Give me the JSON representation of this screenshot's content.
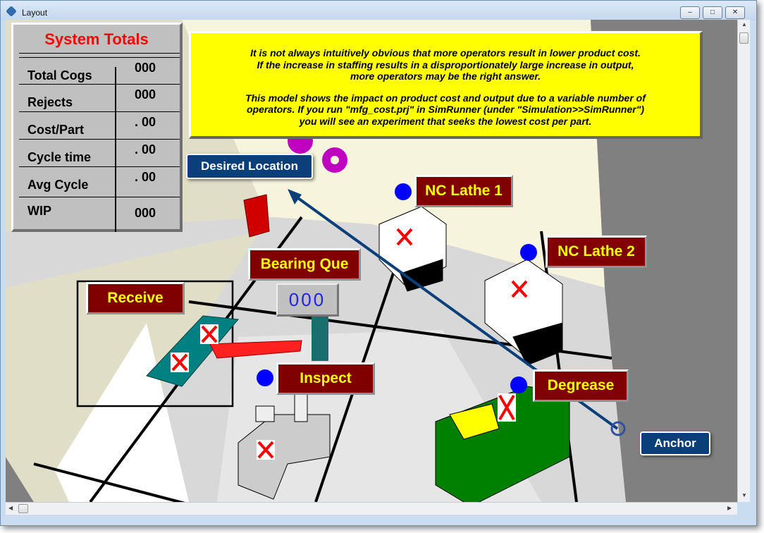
{
  "window": {
    "title": "Layout"
  },
  "system_totals": {
    "title": "System Totals",
    "rows": [
      {
        "label": "Total Cogs",
        "value": "000"
      },
      {
        "label": "Rejects",
        "value": "000"
      },
      {
        "label": "Cost/Part",
        "value": ". 00"
      },
      {
        "label": "Cycle time",
        "value": ". 00"
      },
      {
        "label": "Avg Cycle",
        "value": ". 00"
      },
      {
        "label": "WIP",
        "value": "000"
      }
    ]
  },
  "note": {
    "lines": [
      "It is not always intuitively obvious that more operators result in lower product cost.",
      "If the increase in staffing results in a disproportionately large increase in output,",
      "more operators may be the right answer.",
      "This model shows the impact on product cost and output due to a variable number of",
      "operators.  If you run \"mfg_cost.prj\" in SimRunner (under \"Simulation>>SimRunner\")",
      "you will see an experiment that seeks the lowest cost per part."
    ]
  },
  "locations": {
    "receive": "Receive",
    "bearing_que": "Bearing Que",
    "bearing_que_count": "000",
    "nc_lathe_1": "NC Lathe 1",
    "nc_lathe_2": "NC Lathe 2",
    "inspect": "Inspect",
    "degrease": "Degrease"
  },
  "callouts": {
    "desired_location": "Desired Location",
    "anchor": "Anchor"
  },
  "colors": {
    "label_bg": "#800000",
    "label_text": "#ffff00",
    "note_bg": "#ffff00",
    "callout_bg": "#0a3f7a",
    "status_dot": "#0000ff"
  }
}
